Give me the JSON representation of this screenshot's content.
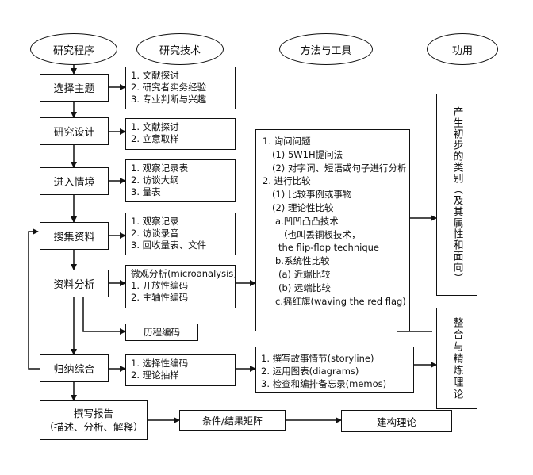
{
  "headers": {
    "procedure": "研究程序",
    "technique": "研究技术",
    "methods": "方法与工具",
    "function": "功用"
  },
  "steps": {
    "select_topic": "选择主题",
    "design": "研究设计",
    "enter_field": "进入情境",
    "collect": "搜集资料",
    "analysis": "资料分析",
    "induce": "归纳综合",
    "report_line1": "撰写报告",
    "report_line2": "（描述、分析、解释）"
  },
  "techniques": {
    "select_topic": [
      "1. 文献探讨",
      "2. 研究者实务经验",
      "3. 专业判断与兴趣"
    ],
    "design": [
      "1. 文献探讨",
      "2. 立意取样"
    ],
    "enter_field": [
      "1. 观察记录表",
      "2. 访谈大纲",
      "3. 量表"
    ],
    "collect": [
      "1. 观察记录",
      "2. 访谈录音",
      "3. 回收量表、文件"
    ],
    "analysis": [
      "微观分析(microanalysis)",
      "1. 开放性编码",
      "2. 主轴性编码"
    ],
    "process_coding": "历程编码",
    "induce": [
      "1. 选择性编码",
      "2. 理论抽样"
    ]
  },
  "methods": {
    "analysis_tools": [
      "1. 询问问题",
      "(1) 5W1H提问法",
      "(2) 对字词、短语或句子进行分析",
      "2. 进行比较",
      "(1) 比较事例或事物",
      "(2) 理论性比较",
      "a.凹凹凸凸技术",
      "（也叫丢铜板技术，",
      "the flip-flop technique",
      "b.系统性比较",
      "(a) 近端比较",
      "(b) 远端比较",
      "c.摇红旗(waving the red flag)"
    ],
    "induce_tools": [
      "1. 撰写故事情节(storyline)",
      "2. 运用图表(diagrams)",
      "3. 检查和编排备忘录(memos)"
    ]
  },
  "functions": {
    "initial": "产生初步的类别（及其属性和面向）",
    "integrate": "整合与精炼理论"
  },
  "bottom": {
    "matrix": "条件/结果矩阵",
    "theory": "建构理论"
  }
}
